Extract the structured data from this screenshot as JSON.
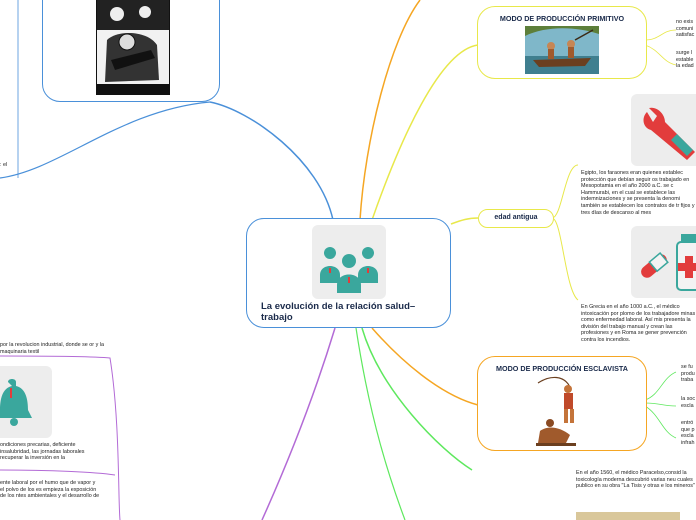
{
  "central": {
    "title": "La evolución de la relación salud–trabajo"
  },
  "primitivo": {
    "label": "MODO DE PRODUCCIÓN PRIMITIVO",
    "notes": [
      "no exis comuni satisfac",
      "surge l estable la edad"
    ]
  },
  "edad_antigua": {
    "label": "edad antigua",
    "text_egipto": "Egipto, los faraones eran quienes establec protección que debían seguir os trabajado en Mesopotamia en el año 2000 a.C. se c Hammurabi, en el cual se establece las indemnizaciones y se presenta la denomi también se establecen los contratos de tr fijos y tres días de descanso al mes",
    "text_grecia": "En Grecia en el año 1000 a.C., el médico intoxicación por plomo de los trabajadore minas como enfermedad laboral. Así mis presenta la división del trabajo manual y crean las profesiones y en Roma se gener prevención contra los incendios."
  },
  "esclavista": {
    "label": "MODO DE PRODUCCIÓN ESCLAVISTA",
    "notes": [
      "se fu produ traba",
      "la soc escla",
      "entró que p escla infrah"
    ]
  },
  "paracelso": {
    "text": "En el año 1560, el médico Paracelso,consid la toxicología moderna descubrió varias neu cuales publico en su obra \"La Tisis y otras e los mineros\""
  },
  "left_top": {
    "text": ": el"
  },
  "left_industrial": {
    "text_top": "por la revolucion industrial, donde se or y la maquinaria textil",
    "text_conditions": "ondiciones precarias, deficiente insalubridad, las jornadas laborales recuperar la inversión en la",
    "text_vapor": "ente laboral por el humo que de vapor y el polvo de los es empieza la exposición de los ntes ambientales y el desarrollo de"
  },
  "colors": {
    "blue": "#4a90d9",
    "orange": "#f5a623",
    "yellow": "#e8e84a",
    "green": "#5ee85e",
    "purple": "#b36bd6",
    "teal": "#3aa79d",
    "red": "#e23c3c"
  }
}
